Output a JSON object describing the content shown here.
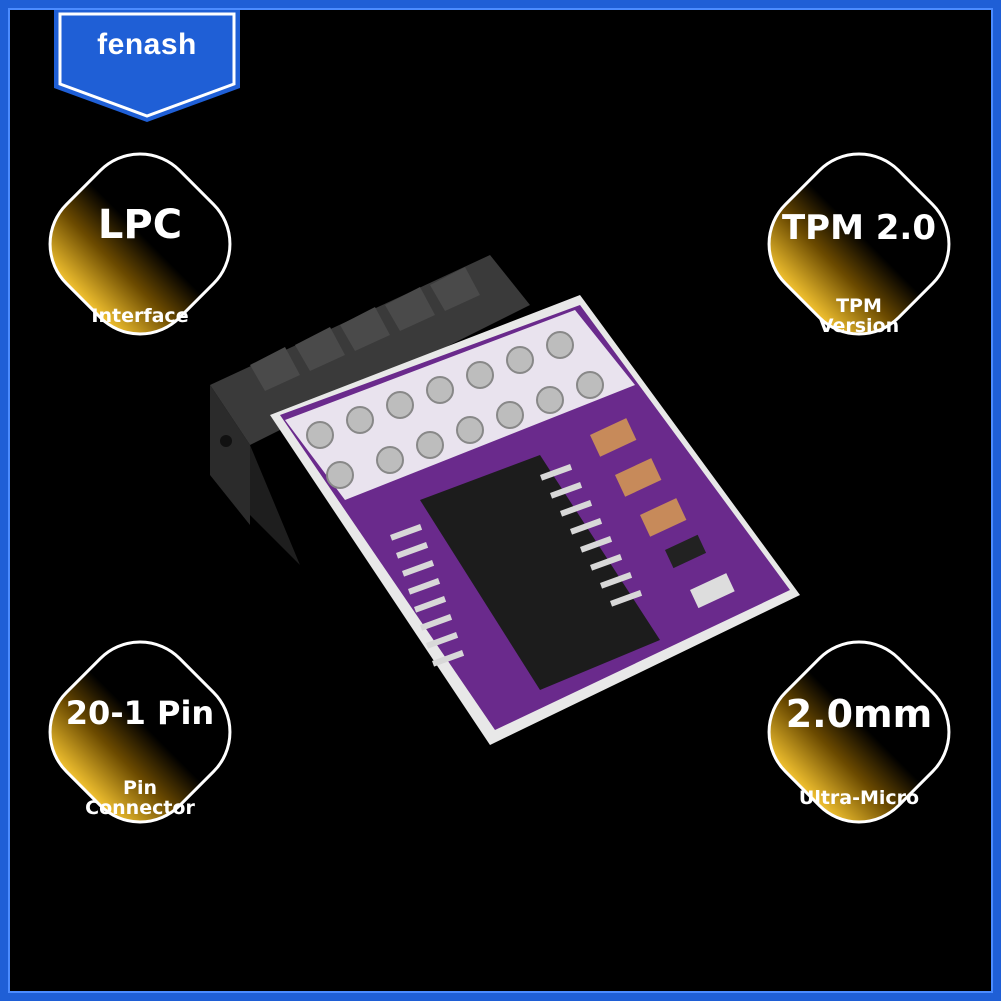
{
  "brand": {
    "name": "fenash"
  },
  "badges": [
    {
      "main": "LPC",
      "sub": "Interface"
    },
    {
      "main": "TPM 2.0",
      "sub": "TPM Version"
    },
    {
      "main": "20-1 Pin",
      "sub": "Pin Connector"
    },
    {
      "main": "2.0mm",
      "sub": "Ultra-Micro"
    }
  ],
  "colors": {
    "frame": "#1f5fd6",
    "brand_badge": "#1f5fd6",
    "badge_gold": "#d4a017",
    "pcb": "#6a2a8c",
    "connector": "#2b2b2b"
  },
  "product": {
    "icon": "tpm-module-photo"
  }
}
